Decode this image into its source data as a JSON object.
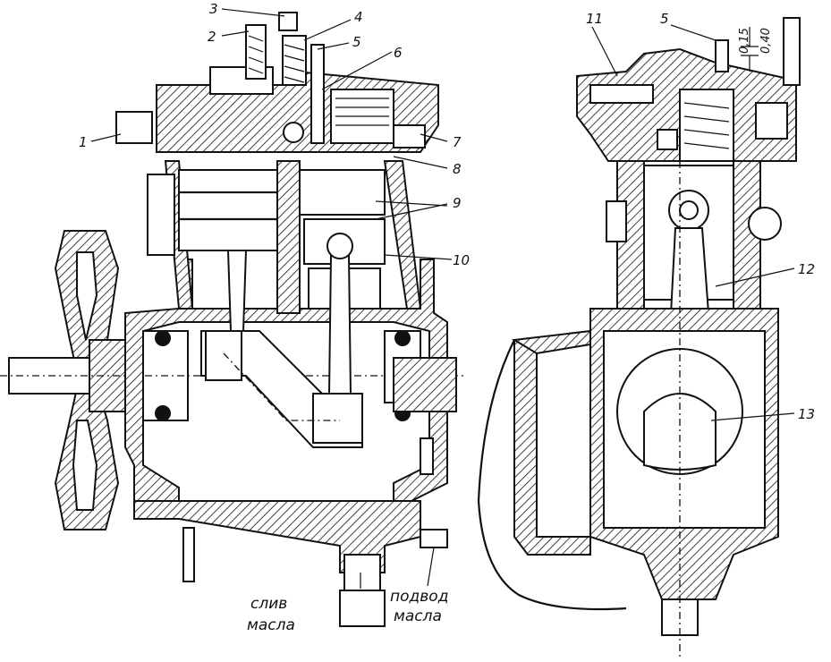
{
  "callouts": {
    "c1": "1",
    "c2": "2",
    "c3": "3",
    "c4": "4",
    "c5": "5",
    "c6": "6",
    "c7": "7",
    "c8": "8",
    "c9": "9",
    "c10": "10",
    "c11": "11",
    "c5b": "5",
    "c12": "12",
    "c13": "13"
  },
  "clearance": {
    "low": "0,15",
    "high": "0,40"
  },
  "captions": {
    "drain_line1": "слив",
    "drain_line2": "масла",
    "supply_line1": "подвод",
    "supply_line2": "масла"
  }
}
